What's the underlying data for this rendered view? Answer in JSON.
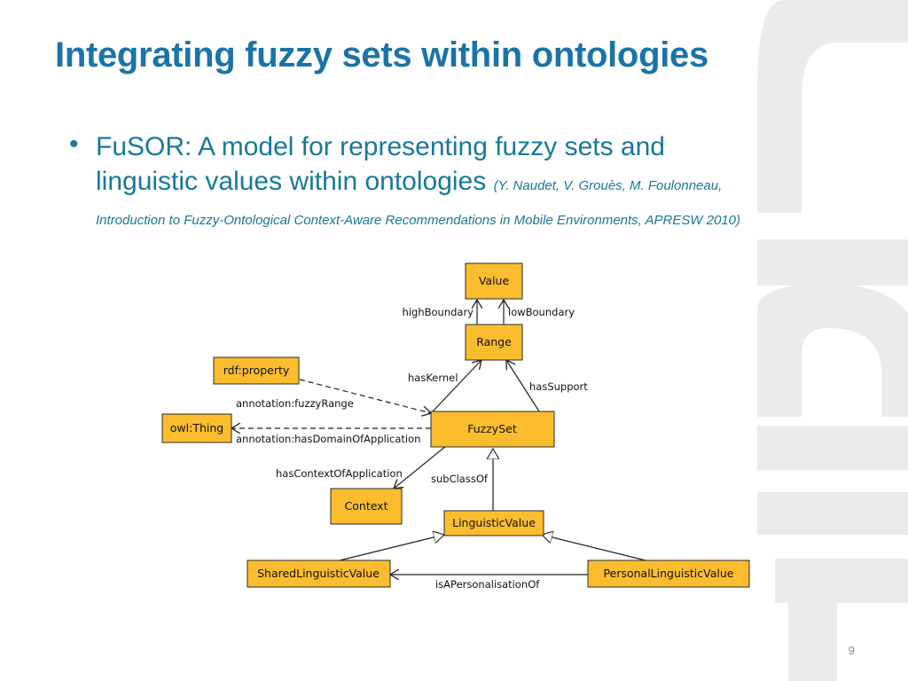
{
  "slide": {
    "title": "Integrating fuzzy sets within ontologies",
    "page_number": "9"
  },
  "bullet": {
    "marker": "•",
    "line1": "FuSOR: A model for representing fuzzy sets and",
    "line2": "linguistic values within ontologies ",
    "citation_part1": "(Y. Naudet, V. Grouès, M. Foulonneau,",
    "citation_part2": "Introduction to Fuzzy-Ontological Context-Aware Recommendations in Mobile Environments,  APRESW 2010)"
  },
  "diagram": {
    "box_color": "#fbbd2d",
    "nodes": {
      "value": "Value",
      "range": "Range",
      "rdf_property": "rdf:property",
      "owl_thing": "owl:Thing",
      "fuzzyset": "FuzzySet",
      "context": "Context",
      "linguistic_value": "LinguisticValue",
      "shared_linguistic_value": "SharedLinguisticValue",
      "personal_linguistic_value": "PersonalLinguisticValue"
    },
    "edges": {
      "high_boundary": "highBoundary",
      "low_boundary": "lowBoundary",
      "has_kernel": "hasKernel",
      "has_support": "hasSupport",
      "fuzzy_range": "annotation:fuzzyRange",
      "domain_of_application": "annotation:hasDomainOfApplication",
      "context_of_application": "hasContextOfApplication",
      "subclass_of": "subClassOf",
      "personalisation_of": "isAPersonalisationOf"
    }
  },
  "colors": {
    "title": "#1a74a8",
    "body_text": "#17799b",
    "watermark": "#e8e8e8"
  }
}
